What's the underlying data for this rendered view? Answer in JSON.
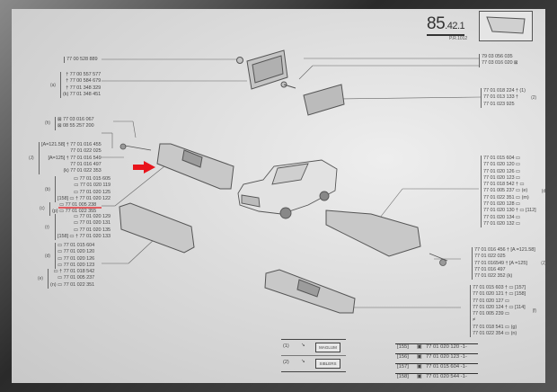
{
  "header": {
    "page_number": "85",
    "page_sub": ".42",
    "page_suffix": ".1",
    "pr": "P.R.1012"
  },
  "groups": [
    {
      "id": "a-top",
      "tag": "",
      "lines": [
        "77 00 528 889"
      ]
    },
    {
      "id": "a",
      "tag": "(a)",
      "lines": [
        "† 77 00 557 577",
        "† 77 00 584 679",
        "† 77 01 348 329",
        "(k) 77 01 348 451"
      ]
    },
    {
      "id": "mirror-right",
      "tag": "",
      "lines": [
        "79 03 056 035",
        "77 03 016 020 ⊠"
      ]
    },
    {
      "id": "mirror-12",
      "tag": "(2)",
      "lines": [
        "77 01 018 224 † (1)",
        "77 01 013 133 †",
        "77 01 023 925"
      ]
    },
    {
      "id": "h",
      "tag": "(h)",
      "lines": [
        "⊠ 77 03 016 067",
        "⊠ 08 55 257 200"
      ]
    },
    {
      "id": "j-left",
      "tag": "(J)",
      "lines": [
        "[A=121.58] † 77 01 016 455",
        "77 01 022 025",
        "[A=125] † 77 01 016 549",
        "77 01 016 497",
        "(k) 77 01 022 353"
      ]
    },
    {
      "id": "b",
      "tag": "(b)",
      "lines": [
        "▭ 77 01 015 605",
        "▭ 77 01 020 119",
        "▭ 77 01 020 125",
        "[158] ▭ † 77 01 020 122"
      ]
    },
    {
      "id": "c",
      "tag": "(c)",
      "lines": [
        "▭ 77 01 005 238",
        "(p) ▭ 77 01 022 355"
      ]
    },
    {
      "id": "r",
      "tag": "(r)",
      "lines": [
        "▭ 77 01 020 129",
        "▭ 77 01 020 131",
        "▭ 77 01 020 135",
        "[158] ▭ † 77 01 020 133"
      ]
    },
    {
      "id": "d-left",
      "tag": "(d)",
      "lines": [
        "▭ 77 01 015 604",
        "▭ 77 01 020 120",
        "▭ 77 01 020 126",
        "▭ 77 01 020 123"
      ]
    },
    {
      "id": "e-left",
      "tag": "(e)",
      "lines": [
        "▭ † 77 01 018 542",
        "▭ 77 01 005 237",
        "(n) ▭ 77 01 022 351"
      ]
    },
    {
      "id": "d-right",
      "tag": "(d)",
      "lines": [
        "77 01 015 604 ▭",
        "77 01 020 120 ▭",
        "77 01 020 126 ▭",
        "77 01 020 123 ▭",
        "77 01 018 542 † ▭",
        "77 01 005 237 ▭ (e)",
        "77 01 022 351 ▭ (m)",
        "77 01 020 128 ▭",
        "77 01 020 130 † ▭ [112]",
        "77 01 020 134 ▭",
        "77 01 020 132 ▭"
      ]
    },
    {
      "id": "j-right",
      "tag": "(J)",
      "lines": [
        "77 01 016 456 † [A =121.58]",
        "77 01 022 025",
        "77 01 016549 † [A =125]",
        "77 01 016 497",
        "77 01 022 352 (k)"
      ]
    },
    {
      "id": "f",
      "tag": "(f)",
      "lines": [
        "77 01 015 603 † ▭ [157]",
        "77 01 020 121 † ▭ [158]",
        "77 01 020 127 ▭",
        "77 01 020 124 † ▭ [114]",
        "77 01 005 239 ▭",
        "≠",
        "77 01 018 541 ▭ (g)",
        "77 01 022 354 ▭ (n)"
      ]
    }
  ],
  "legend": [
    {
      "num": "(1)",
      "box": "MAGLUM"
    },
    {
      "num": "(2)",
      "box": "SIBLERS"
    }
  ],
  "parts_table": [
    {
      "ref": "[155]",
      "code": "77 01 020 120 -1-"
    },
    {
      "ref": "[156]",
      "code": "77 01 020 123 -1-"
    },
    {
      "ref": "[157]",
      "code": "77 01 015 604 -1-"
    },
    {
      "ref": "[158]",
      "code": "77 01 020 544 -1-"
    }
  ],
  "colors": {
    "highlight": "#e8141b",
    "ink": "#444444"
  }
}
